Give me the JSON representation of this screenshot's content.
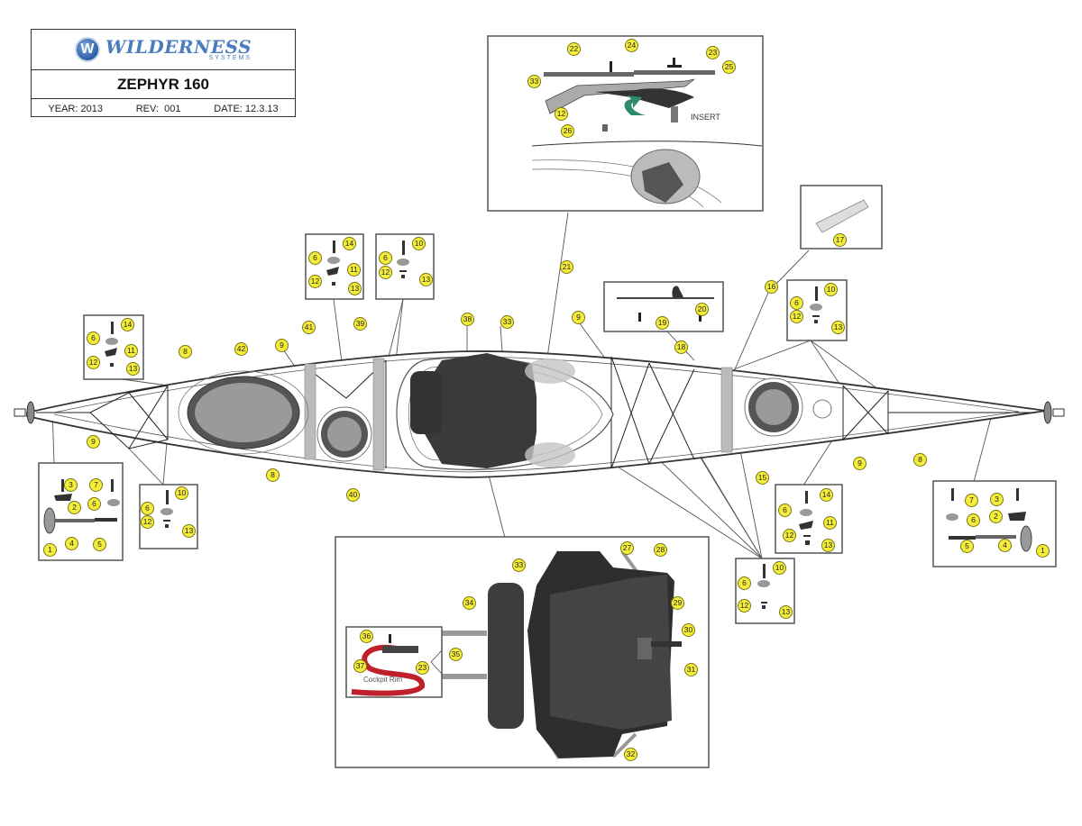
{
  "title_block": {
    "brand": "WILDERNESS",
    "brand_sub": "SYSTEMS",
    "brand_initial": "W",
    "model": "ZEPHYR 160",
    "year_label": "YEAR:",
    "year": "2013",
    "rev_label": "REV:",
    "rev": "001",
    "date_label": "DATE:",
    "date": "12.3.13"
  },
  "colors": {
    "callout_fill": "#f4ee3b",
    "hull_outline": "#333333",
    "hatch_dark": "#555555",
    "hatch_light": "#9a9a9a",
    "seat_dark": "#3a3a3a",
    "arrow_green": "#2e8b6e",
    "cockpit_rim_red": "#c0202a"
  },
  "labels": {
    "insert": "INSERT",
    "cockpit_rim": "Cockpit Rim"
  },
  "callouts": {
    "main_hull": [
      "8",
      "42",
      "9",
      "41",
      "39",
      "38",
      "33",
      "21",
      "9",
      "18",
      "16",
      "15",
      "9",
      "8",
      "40",
      "8",
      "9"
    ],
    "rudder_box": [
      "22",
      "24",
      "23",
      "25",
      "33",
      "12",
      "26"
    ],
    "sealant_box": [
      "17"
    ],
    "foot_brace_box": [
      "20",
      "19"
    ],
    "deck_fitting_left_top": [
      "14",
      "6",
      "11",
      "12",
      "13"
    ],
    "deck_fitting_center_a": [
      "14",
      "6",
      "11",
      "12",
      "13"
    ],
    "deck_fitting_center_b": [
      "10",
      "6",
      "12",
      "13"
    ],
    "deck_fitting_right_top": [
      "10",
      "6",
      "12",
      "13"
    ],
    "deck_fitting_left_bottom": [
      "10",
      "6",
      "12",
      "13"
    ],
    "deck_fitting_right_mid": [
      "14",
      "6",
      "11",
      "12",
      "13"
    ],
    "deck_fitting_right_bottom": [
      "10",
      "6",
      "12",
      "13"
    ],
    "toggle_left": [
      "3",
      "7",
      "2",
      "6",
      "1",
      "4",
      "5"
    ],
    "toggle_right": [
      "7",
      "3",
      "6",
      "2",
      "5",
      "4",
      "1"
    ],
    "seat_box": [
      "27",
      "28",
      "33",
      "34",
      "29",
      "30",
      "31",
      "32",
      "36",
      "23",
      "37",
      "35"
    ]
  }
}
